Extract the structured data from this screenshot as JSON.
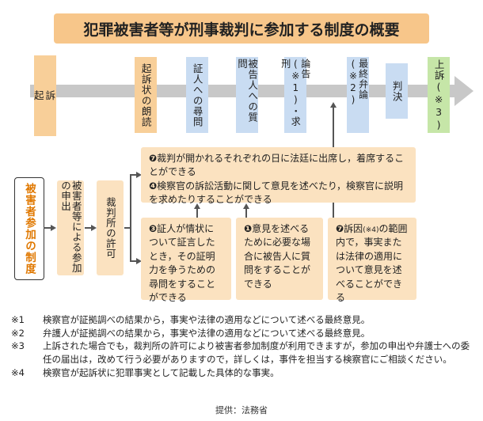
{
  "title": "犯罪被害者等が刑事裁判に参加する制度の概要",
  "stages": {
    "kiso_top": "起",
    "kiso_bottom": "訴",
    "kisojo": "起訴状の朗読",
    "shonin": "証人への尋問",
    "hikokunin": "被告人への質問",
    "ronkoku": "論告(※1)・求刑",
    "saishu": "最終弁論(※2)",
    "hanketsu": "判決",
    "joso": "上訴(※3)"
  },
  "side_label": "被害者参加の制度",
  "steps": {
    "apply": "被害者等による参加の申出",
    "permit": "裁判所の許可"
  },
  "rights": {
    "a_mark": "❼",
    "a_text": "裁判が開かれるそれぞれの日に法廷に出席し，着席することができる",
    "b_mark": "❹",
    "b_text": "検察官の訴訟活動に関して意見を述べたり，検察官に説明を求めたりすることができる",
    "c_mark": "❸",
    "c_text": "証人が情状について証言したとき，その証明力を争うための尋問をすることができる",
    "d_mark": "❶",
    "d_text": "意見を述べるために必要な場合に被告人に質問をすることができる",
    "e_mark": "❼",
    "e_text": "訴因",
    "e_note": "(※4)",
    "e_text2": "の範囲内で，事実または法律の適用について意見を述べることができる"
  },
  "notes": [
    {
      "mark": "※1",
      "text": "検察官が証拠調べの結果から，事実や法律の適用などについて述べる最終意見。"
    },
    {
      "mark": "※2",
      "text": "弁護人が証拠調べの結果から，事実や法律の適用などについて述べる最終意見。"
    },
    {
      "mark": "※3",
      "text": "上訴された場合でも，裁判所の許可により被害者参加制度が利用できますが，参加の申出や弁護士への委任の届出は，改めて行う必要がありますので，詳しくは，事件を担当する検察官にご相談ください。"
    },
    {
      "mark": "※4",
      "text": "検察官が起訴状に犯罪事実として記載した具体的な事実。"
    }
  ],
  "credit": "提供：法務省"
}
